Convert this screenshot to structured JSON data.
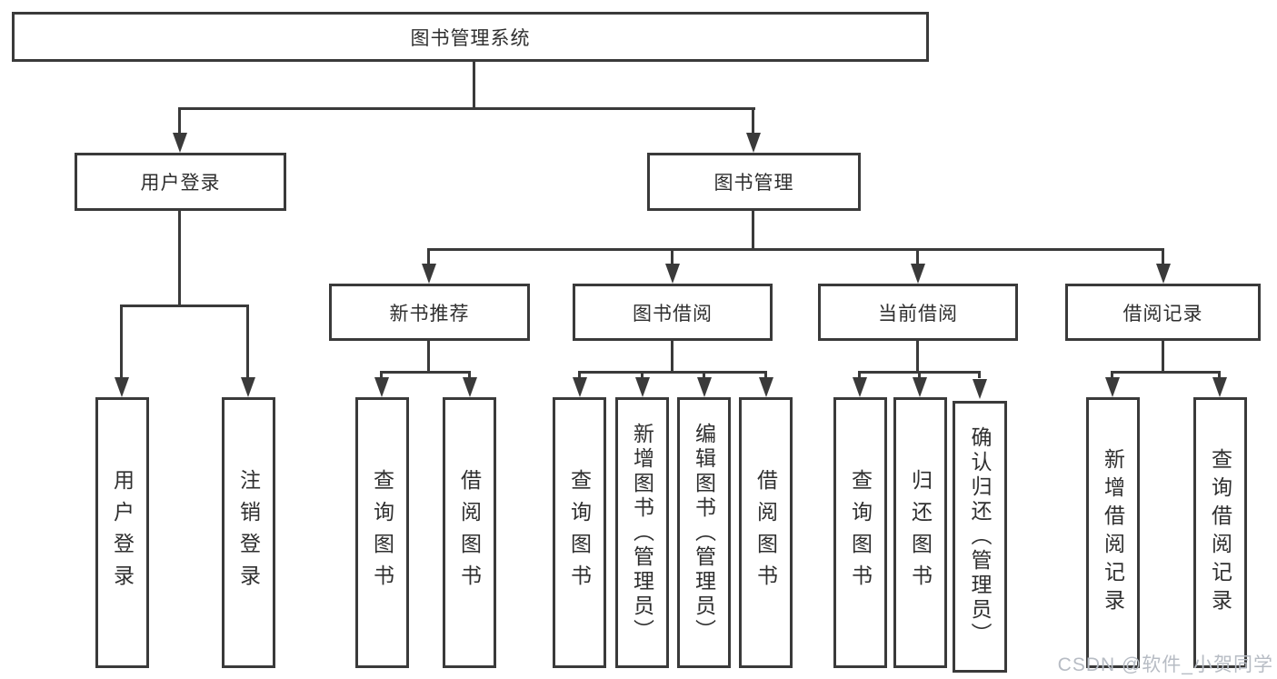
{
  "diagram": {
    "tree": {
      "root": {
        "label": "图书管理系统"
      },
      "children": [
        {
          "label": "用户登录",
          "children": [
            {
              "label": "用户登录"
            },
            {
              "label": "注销登录"
            }
          ]
        },
        {
          "label": "图书管理",
          "children": [
            {
              "label": "新书推荐",
              "children": [
                {
                  "label": "查询图书"
                },
                {
                  "label": "借阅图书"
                }
              ]
            },
            {
              "label": "图书借阅",
              "children": [
                {
                  "label": "查询图书"
                },
                {
                  "label": "新增图书（管理员）"
                },
                {
                  "label": "编辑图书（管理员）"
                },
                {
                  "label": "借阅图书"
                }
              ]
            },
            {
              "label": "当前借阅",
              "children": [
                {
                  "label": "查询图书"
                },
                {
                  "label": "归还图书"
                },
                {
                  "label": "确认归还（管理员）"
                }
              ]
            },
            {
              "label": "借阅记录",
              "children": [
                {
                  "label": "新增借阅记录"
                },
                {
                  "label": "查询借阅记录"
                }
              ]
            }
          ]
        }
      ]
    },
    "watermark": "CSDN @软件_小贺同学",
    "colors": {
      "line": "#3a3a3a",
      "text": "#2f2f2f",
      "watermark": "#b7bcc4",
      "background": "#ffffff"
    }
  }
}
